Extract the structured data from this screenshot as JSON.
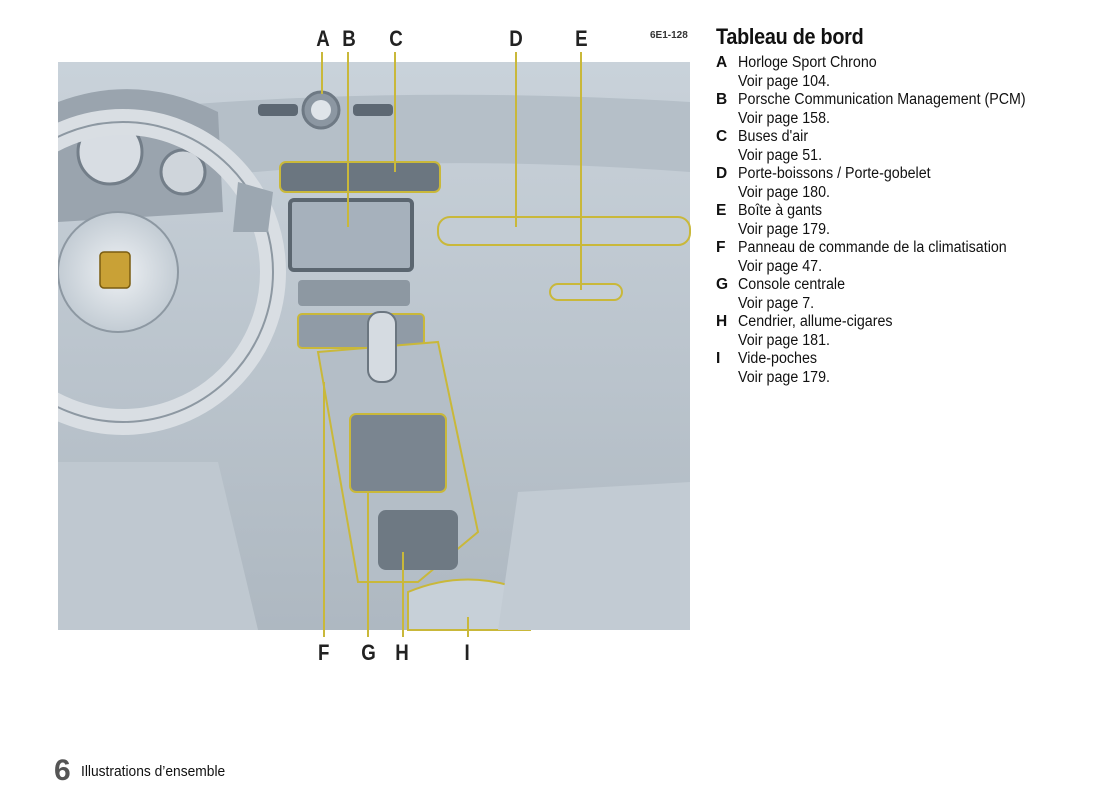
{
  "figure": {
    "code": "6E1-128",
    "top_labels": [
      "A",
      "B",
      "C",
      "D",
      "E"
    ],
    "bottom_labels": [
      "F",
      "G",
      "H",
      "I"
    ]
  },
  "panel": {
    "title": "Tableau de bord",
    "entries": [
      {
        "letter": "A",
        "text": "Horloge Sport Chrono",
        "ref": "Voir page 104."
      },
      {
        "letter": "B",
        "text": "Porsche Communication Management (PCM)",
        "ref": "Voir page 158."
      },
      {
        "letter": "C",
        "text": "Buses d'air",
        "ref": "Voir page 51."
      },
      {
        "letter": "D",
        "text": "Porte-boissons / Porte-gobelet",
        "ref": "Voir page 180."
      },
      {
        "letter": "E",
        "text": "Boîte à gants",
        "ref": "Voir page 179."
      },
      {
        "letter": "F",
        "text": "Panneau de commande de la climatisation",
        "ref": "Voir page 47."
      },
      {
        "letter": "G",
        "text": "Console centrale",
        "ref": "Voir page 7."
      },
      {
        "letter": "H",
        "text": "Cendrier, allume-cigares",
        "ref": "Voir page 181."
      },
      {
        "letter": "I",
        "text": "Vide-poches",
        "ref": "Voir page 179."
      }
    ]
  },
  "footer": {
    "page_number": "6",
    "section": "Illustrations d’ensemble"
  }
}
